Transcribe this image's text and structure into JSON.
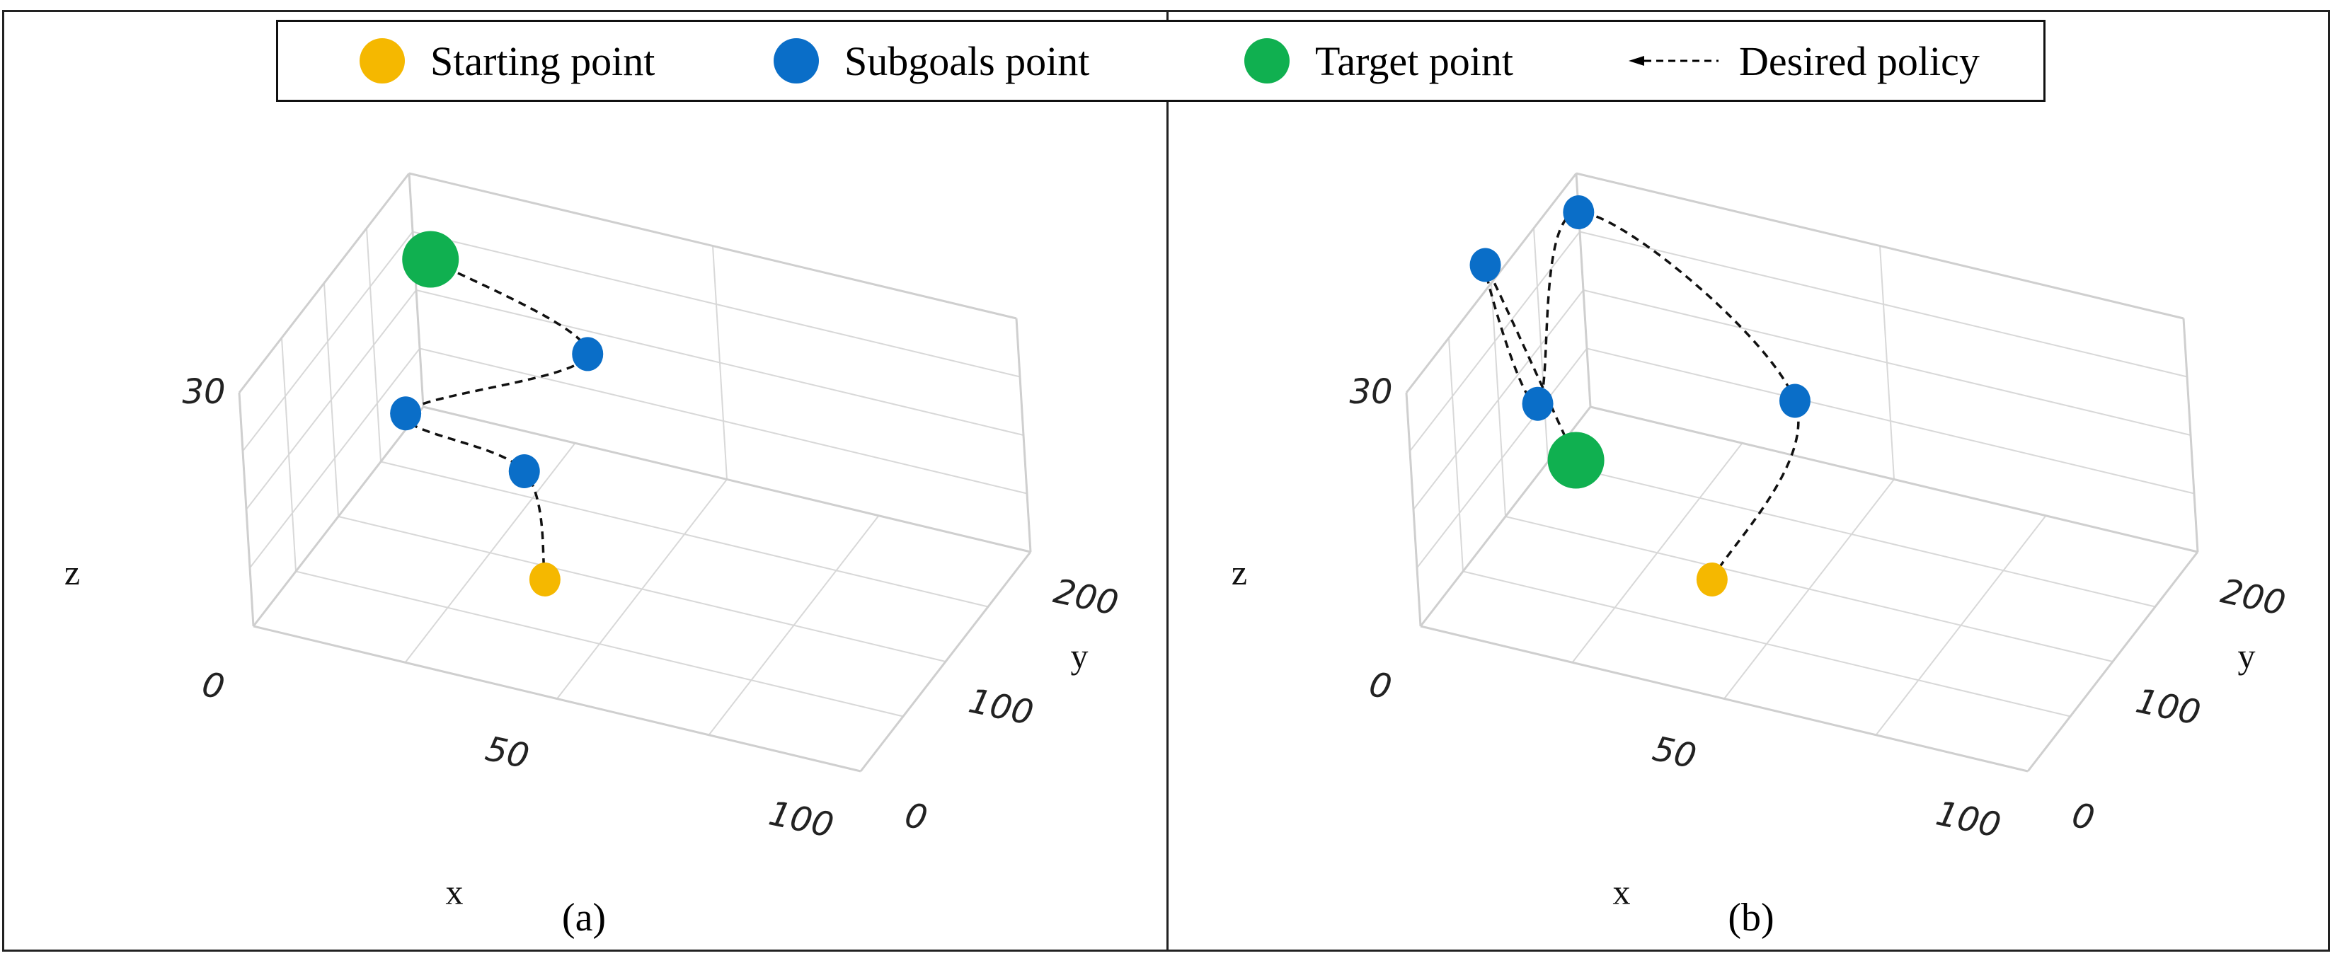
{
  "legend": {
    "start_label": "Starting point",
    "subgoal_label": "Subgoals point",
    "target_label": "Target point",
    "policy_label": "Desired policy"
  },
  "colors": {
    "start": "#F5B800",
    "subgoal": "#0A6EC8",
    "target": "#10B050"
  },
  "chart_data": [
    {
      "type": "scatter",
      "panel": "(a)",
      "xlabel": "x",
      "ylabel": "y",
      "zlabel": "z",
      "xlim": [
        0,
        100
      ],
      "ylim": [
        0,
        200
      ],
      "zlim": [
        0,
        30
      ],
      "x_ticks": [
        "0",
        "50",
        "100"
      ],
      "y_ticks": [
        "0",
        "100",
        "200"
      ],
      "z_ticks": [
        "30"
      ],
      "grid": true,
      "points": [
        {
          "role": "start",
          "x": 40,
          "y": 60,
          "z": 5
        },
        {
          "role": "subgoal",
          "x": 30,
          "y": 110,
          "z": 10
        },
        {
          "role": "subgoal",
          "x": 10,
          "y": 115,
          "z": 13
        },
        {
          "role": "subgoal",
          "x": 28,
          "y": 200,
          "z": 12
        },
        {
          "role": "target",
          "x": 5,
          "y": 185,
          "z": 22
        }
      ],
      "policy_path_order": [
        0,
        1,
        2,
        3,
        4
      ]
    },
    {
      "type": "scatter",
      "panel": "(b)",
      "xlabel": "x",
      "ylabel": "y",
      "zlabel": "z",
      "xlim": [
        0,
        100
      ],
      "ylim": [
        0,
        200
      ],
      "zlim": [
        0,
        30
      ],
      "x_ticks": [
        "0",
        "50",
        "100"
      ],
      "y_ticks": [
        "0",
        "100",
        "200"
      ],
      "z_ticks": [
        "30"
      ],
      "grid": true,
      "points": [
        {
          "role": "start",
          "x": 40,
          "y": 60,
          "z": 5
        },
        {
          "role": "subgoal",
          "x": 35,
          "y": 195,
          "z": 8
        },
        {
          "role": "subgoal",
          "x": 0,
          "y": 200,
          "z": 25
        },
        {
          "role": "subgoal",
          "x": 5,
          "y": 110,
          "z": 14
        },
        {
          "role": "subgoal",
          "x": -10,
          "y": 160,
          "z": 22
        },
        {
          "role": "target",
          "x": 20,
          "y": 50,
          "z": 18
        }
      ],
      "policy_path_order": [
        0,
        1,
        2,
        3,
        4,
        5
      ]
    }
  ]
}
